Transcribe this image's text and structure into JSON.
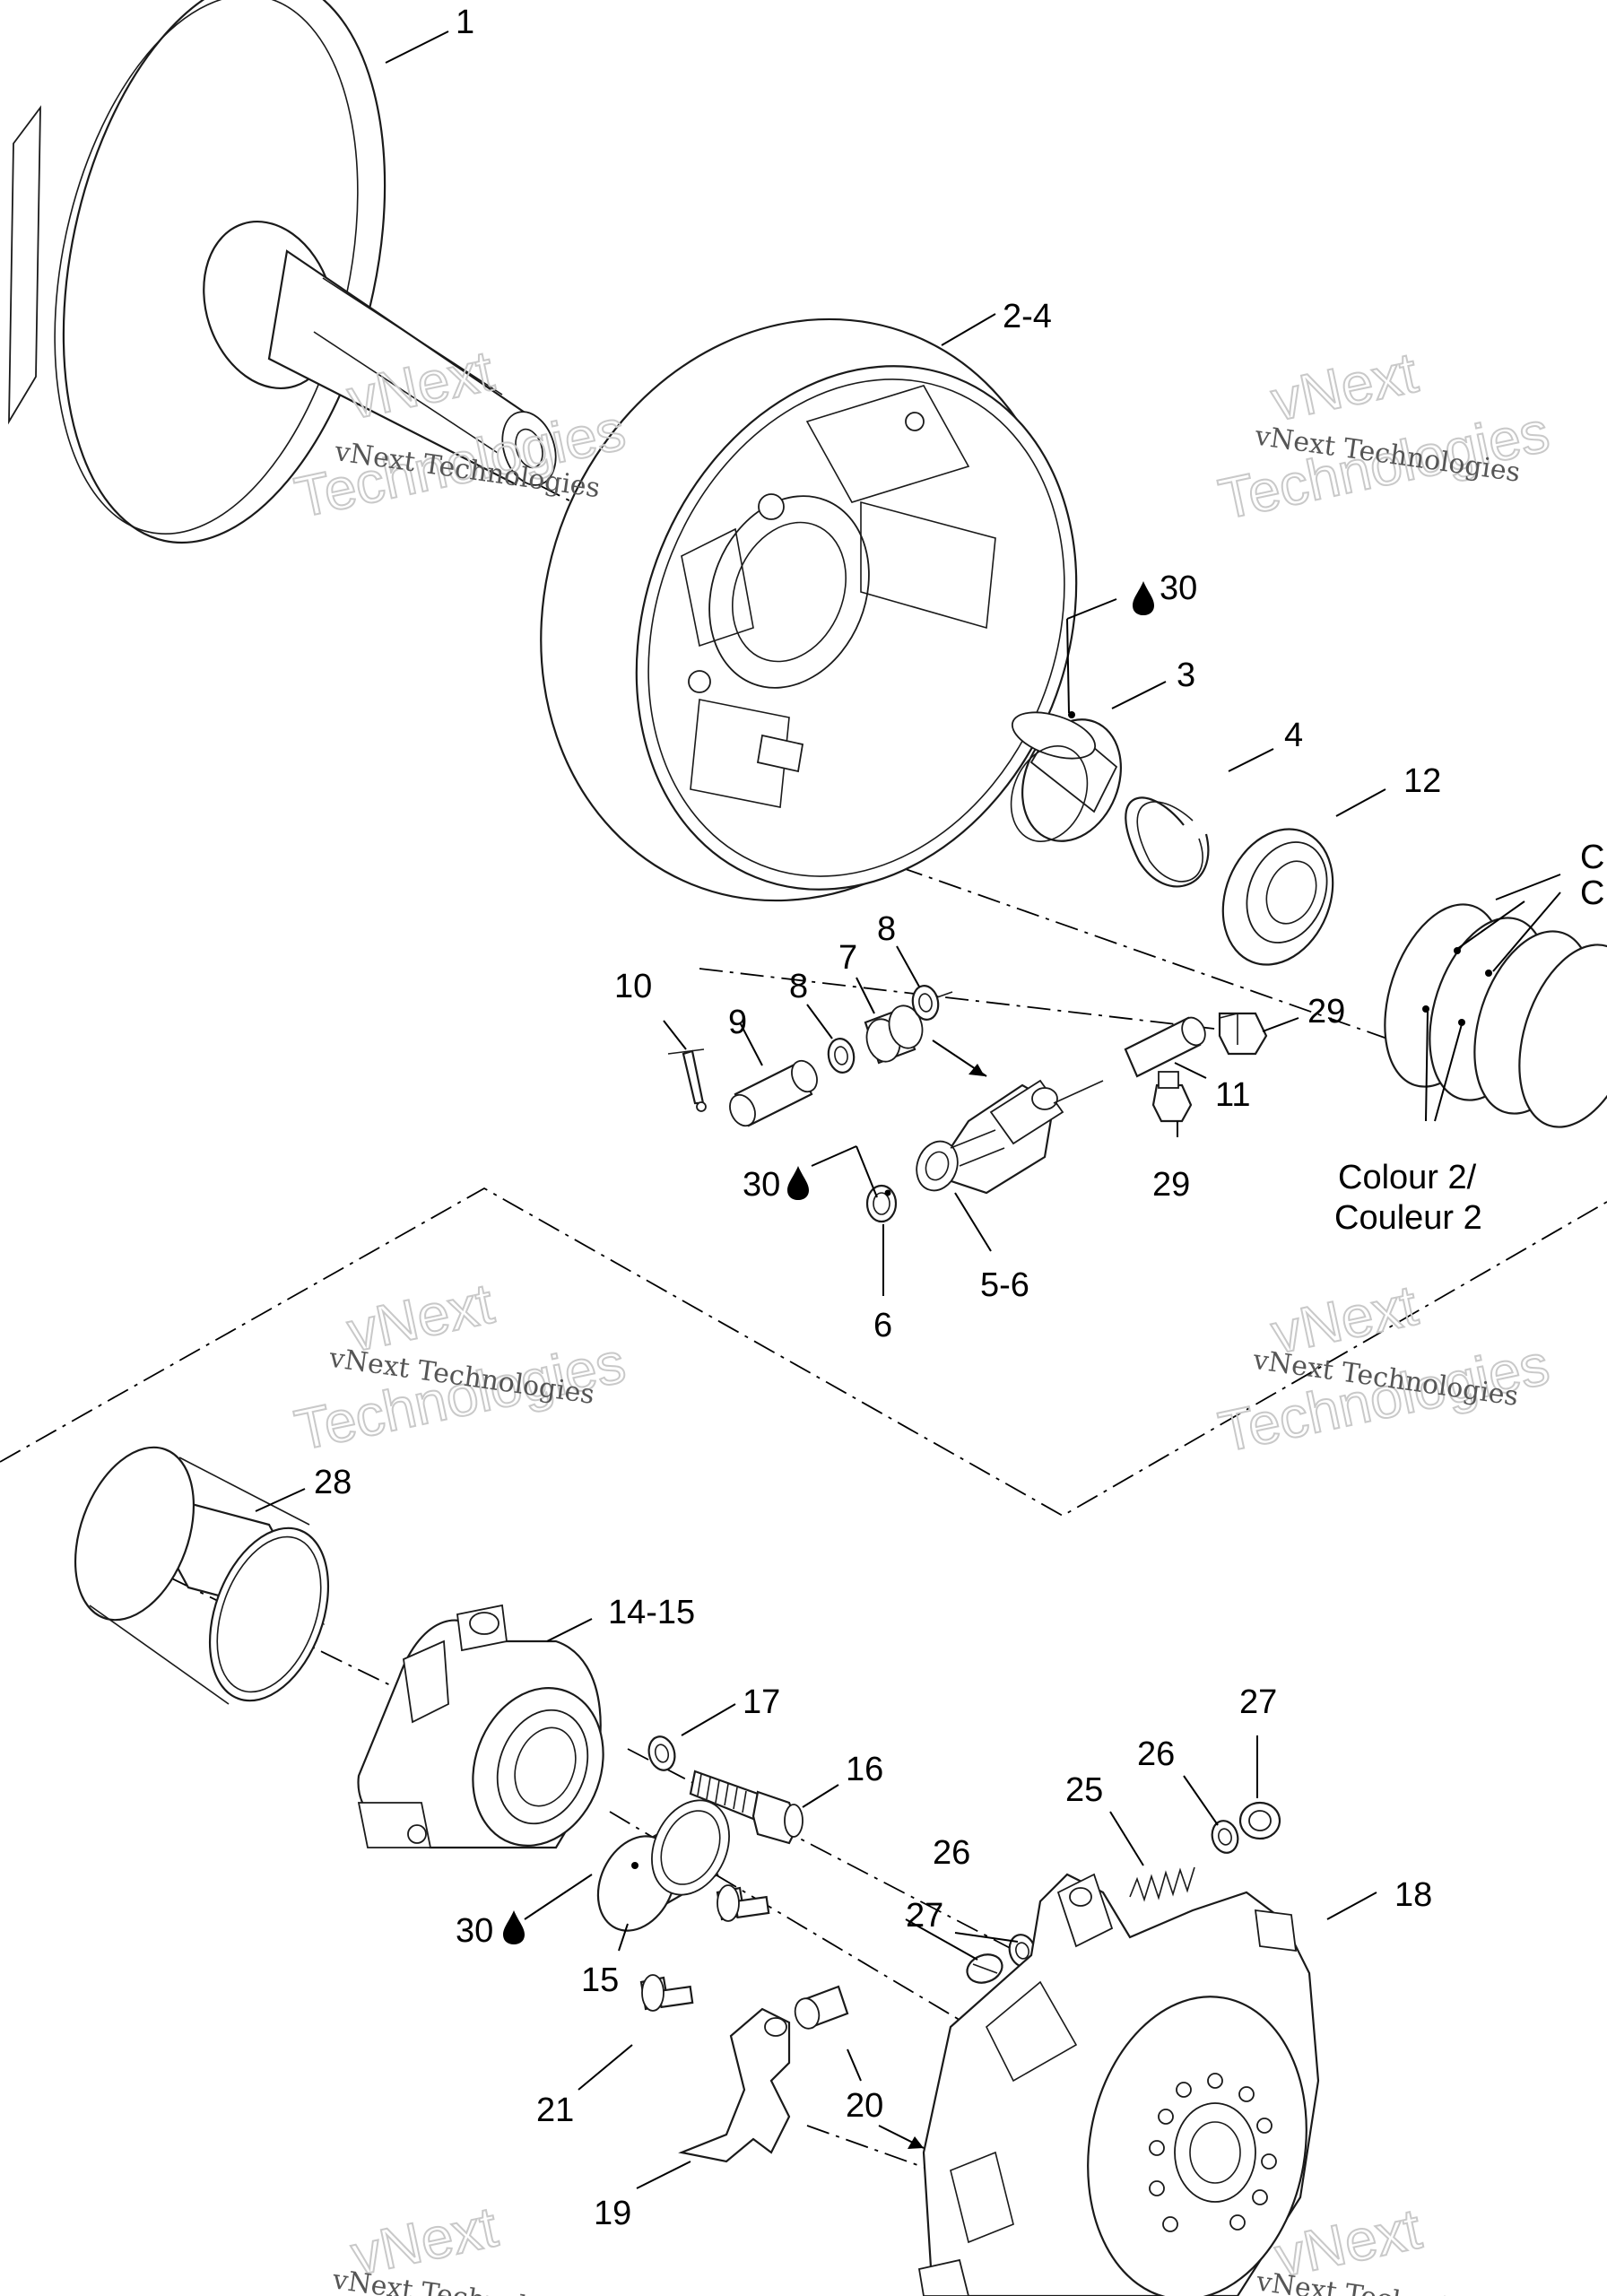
{
  "watermark": {
    "line1": "vNext Technologies",
    "big_a": "vNext",
    "big_b": "Technologies"
  },
  "callouts": {
    "p1": "1",
    "p2_4": "2-4",
    "p3": "3",
    "p4": "4",
    "p5_6": "5-6",
    "p6": "6",
    "p7": "7",
    "p8a": "8",
    "p8b": "8",
    "p9": "9",
    "p10": "10",
    "p11": "11",
    "p12": "12",
    "p14_15": "14-15",
    "p15": "15",
    "p16": "16",
    "p17": "17",
    "p18": "18",
    "p19": "19",
    "p20": "20",
    "p21": "21",
    "p25": "25",
    "p26a": "26",
    "p26b": "26",
    "p27a": "27",
    "p27b": "27",
    "p28": "28",
    "p29a": "29",
    "p29b": "29",
    "p30a": "30",
    "p30b": "30",
    "p30c": "30",
    "colour1_a": "C",
    "colour1_b": "C",
    "colour2_line1": "Colour 2/",
    "colour2_line2": "Couleur 2"
  },
  "icons": {
    "lubricant": "oil-drop-icon"
  }
}
